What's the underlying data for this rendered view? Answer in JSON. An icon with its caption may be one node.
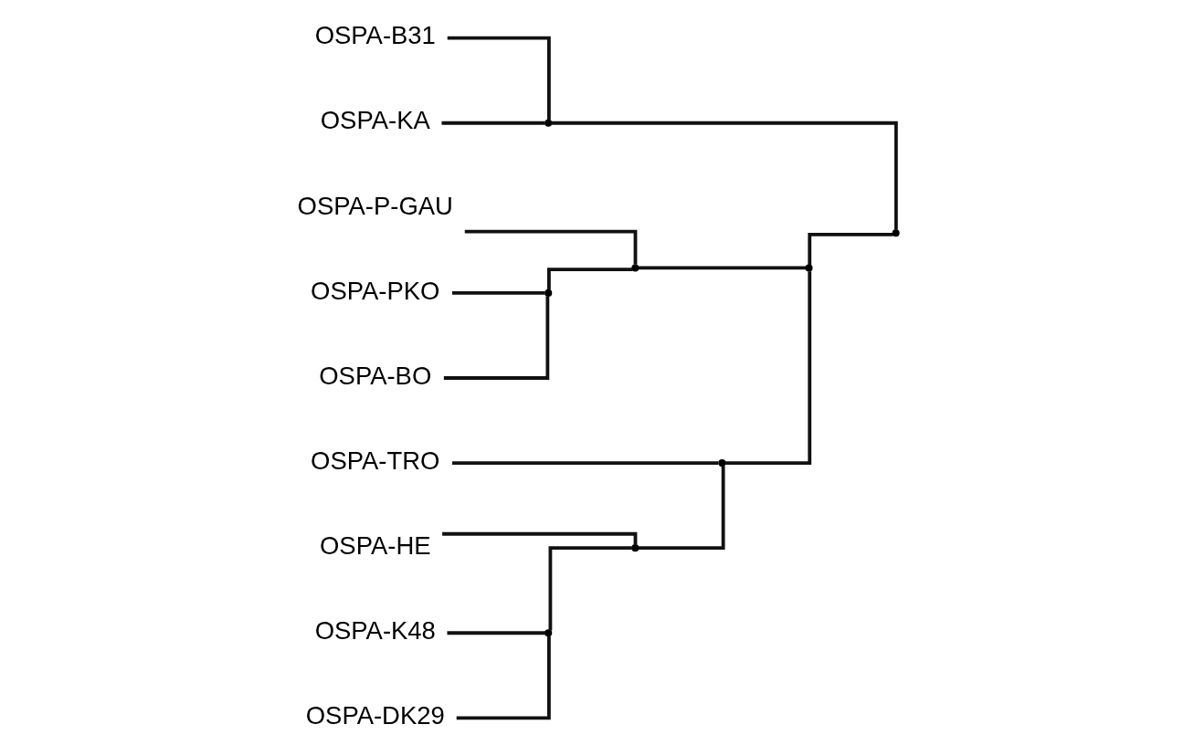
{
  "diagram": {
    "nodes": [
      {
        "text": [
          "OSPA-B31"
        ]
      },
      {
        "text": [
          "OSPA-KA"
        ]
      },
      {
        "text": [
          "OSPA-K48"
        ]
      },
      {
        "text": [
          "OSPA-DK29"
        ]
      },
      {
        "text": [
          "OSPA-HE"
        ]
      },
      {
        "text": [
          "OSPA-TRO"
        ]
      },
      {
        "text": [
          "OSPA-PKO"
        ]
      },
      {
        "text": [
          "OSPA-BO"
        ]
      },
      {
        "text": [
          "OSPA-P-GAU"
        ]
      },
      {
        "text": [],
        "shape": "point"
      },
      {
        "text": [],
        "shape": "point"
      },
      {
        "text": [],
        "shape": "point"
      },
      {
        "text": [],
        "shape": "point"
      },
      {
        "text": [],
        "shape": "point"
      },
      {
        "text": [],
        "shape": "point"
      },
      {
        "text": [],
        "shape": "point"
      },
      {
        "text": [],
        "shape": "point"
      }
    ],
    "edges": [
      {
        "from": 0,
        "to": 9,
        "arrow": "none"
      },
      {
        "from": 1,
        "to": 9,
        "arrow": "none"
      },
      {
        "from": 2,
        "to": 12,
        "arrow": "none"
      },
      {
        "from": 3,
        "to": 12,
        "arrow": "none"
      },
      {
        "from": 4,
        "to": 13,
        "arrow": "none"
      },
      {
        "from": 12,
        "to": 13,
        "arrow": "none"
      },
      {
        "from": 5,
        "to": 14,
        "arrow": "none"
      },
      {
        "from": 13,
        "to": 14,
        "arrow": "none"
      },
      {
        "from": 6,
        "to": 10,
        "arrow": "none"
      },
      {
        "from": 7,
        "to": 10,
        "arrow": "none"
      },
      {
        "from": 8,
        "to": 11,
        "arrow": "none"
      },
      {
        "from": 10,
        "to": 11,
        "arrow": "none"
      },
      {
        "from": 14,
        "to": 15,
        "arrow": "none"
      },
      {
        "from": 11,
        "to": 15,
        "arrow": "none"
      },
      {
        "from": 9,
        "to": 16,
        "arrow": "none"
      },
      {
        "from": 15,
        "to": 16,
        "arrow": "none"
      }
    ]
  }
}
